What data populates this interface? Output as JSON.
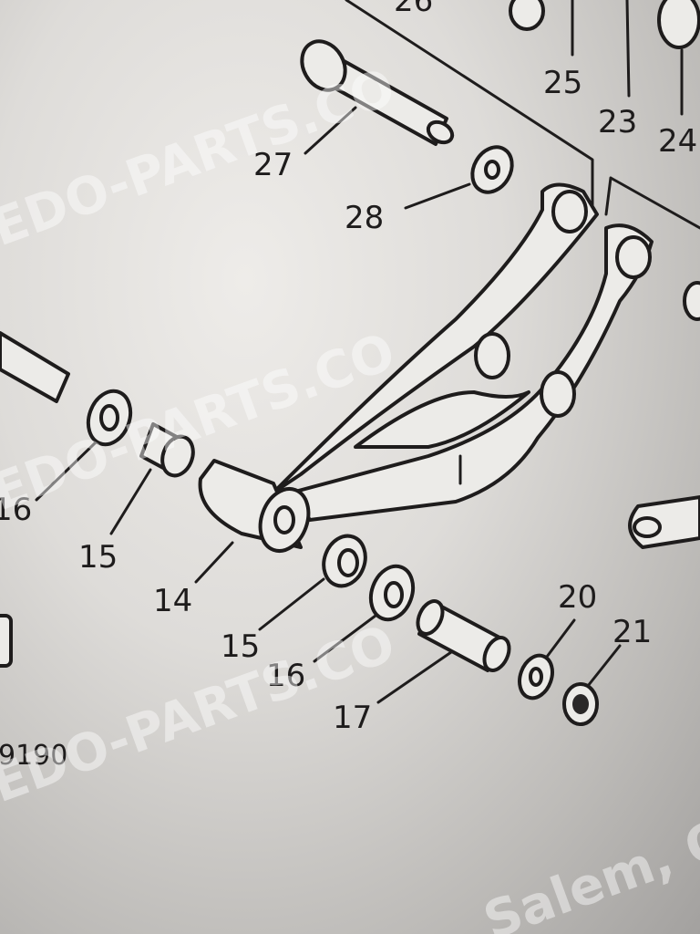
{
  "diagram": {
    "part_labels": {
      "p26": "26",
      "p25": "25",
      "p23": "23",
      "p24": "24",
      "p27": "27",
      "p28": "28",
      "p16a": "16",
      "p15a": "15",
      "p14": "14",
      "p15b": "15",
      "p16b": "16",
      "p17": "17",
      "p20": "20",
      "p21": "21"
    },
    "figure_code": "9190",
    "watermark": {
      "line1": "EDO-PARTS.CO",
      "line2": "Salem, O"
    }
  }
}
